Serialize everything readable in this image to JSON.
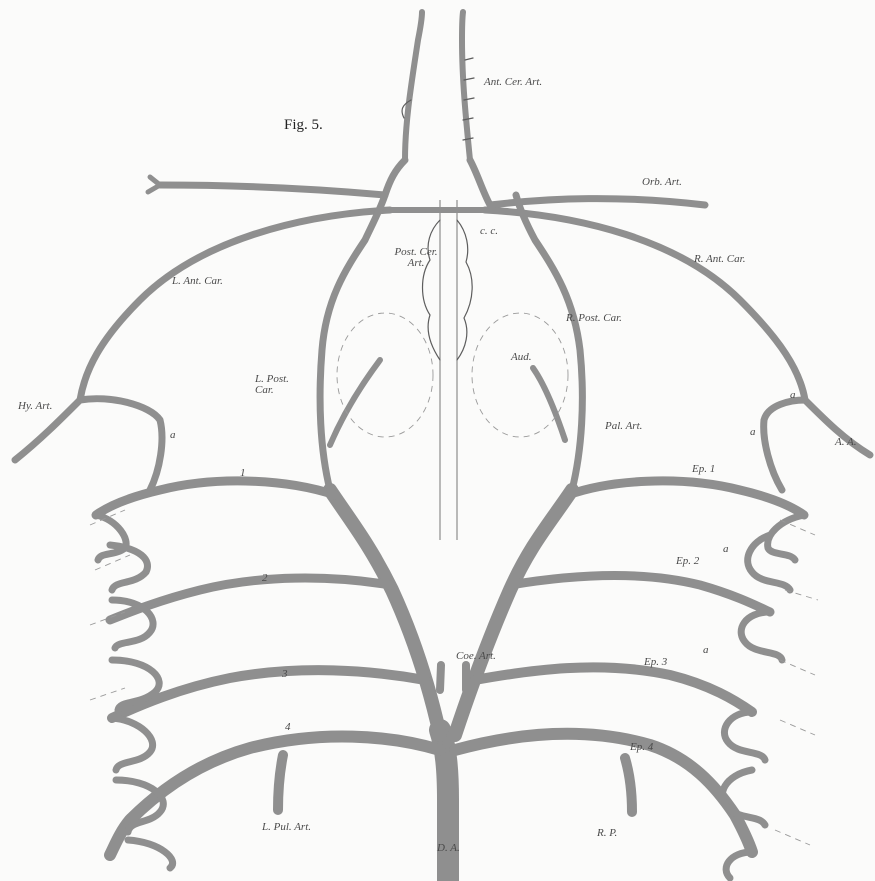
{
  "figure": {
    "title": "Fig. 5.",
    "labels": {
      "ant_cer_art": "Ant. Cer. Art.",
      "orb_art": "Orb. Art.",
      "post_cer_art": "Post. Cer. Art.",
      "c_c": "c. c.",
      "l_ant_car": "L. Ant. Car.",
      "r_ant_car": "R. Ant. Car.",
      "r_post_car": "R. Post. Car.",
      "l_post_car": "L. Post. Car.",
      "aud": "Aud.",
      "hy_art": "Hy. Art.",
      "pal_art": "Pal. Art.",
      "ep_1": "Ep. 1",
      "ep_2": "Ep. 2",
      "ep_3": "Ep. 3",
      "ep_4": "Ep. 4",
      "gill_1": "1",
      "gill_2": "2",
      "gill_3": "3",
      "gill_4": "4",
      "coe_art": "Coe. Art.",
      "l_pul_art": "L. Pul. Art.",
      "d_a": "D. A.",
      "r_pul": "R. P.",
      "art_a": "A. A.",
      "a_letter": "a"
    }
  }
}
